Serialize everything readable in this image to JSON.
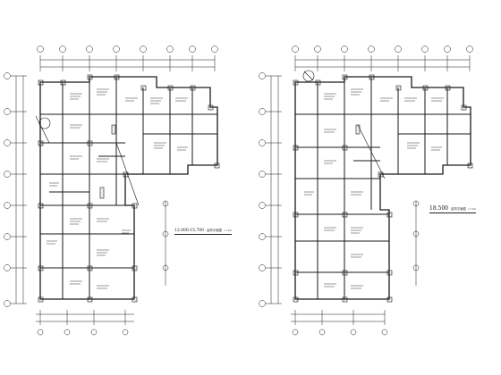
{
  "drawing": {
    "left_plan": {
      "title": "12.000-15.700",
      "subtitle": "结构平面图",
      "scale_note": "1:100"
    },
    "right_plan": {
      "title": "18.500",
      "subtitle": "结构平面图",
      "scale_note": "1:100"
    }
  },
  "colors": {
    "background": "#ffffff",
    "line": "#1a1a1a",
    "beam": "#222222",
    "annotation": "#333333",
    "hatch": "#555555"
  }
}
